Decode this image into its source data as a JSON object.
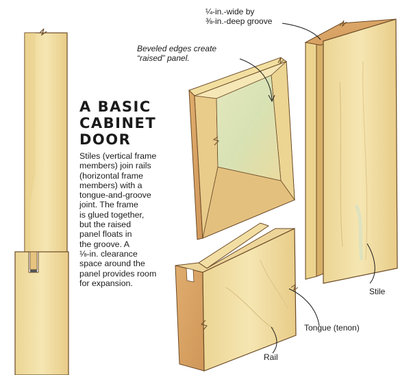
{
  "title": {
    "lines": [
      "A BASIC",
      "CABINET",
      "DOOR"
    ]
  },
  "description": {
    "lines": [
      "Stiles (vertical frame",
      "members) join rails",
      "(horizontal frame",
      "members) with a",
      "tongue-and-groove",
      "joint. The frame",
      "is glued together,",
      "but the raised",
      "panel floats in",
      "the groove. A",
      "⅛-in. clearance",
      "space around the",
      "panel provides room",
      "for expansion."
    ]
  },
  "labels": {
    "groove": [
      "¼-in.-wide by",
      "⅜-in.-deep groove"
    ],
    "bevel": [
      "Beveled edges create",
      "“raised” panel."
    ],
    "stile": "Stile",
    "tongue": "Tongue (tenon)",
    "rail": "Rail"
  },
  "colors": {
    "wood_light": "#f1dfa2",
    "wood_mid": "#e6c47f",
    "end_grain": "#d9a466",
    "panel_green": "#dfe6b6",
    "outline": "#6b4a26",
    "text": "#1a1a1a"
  }
}
